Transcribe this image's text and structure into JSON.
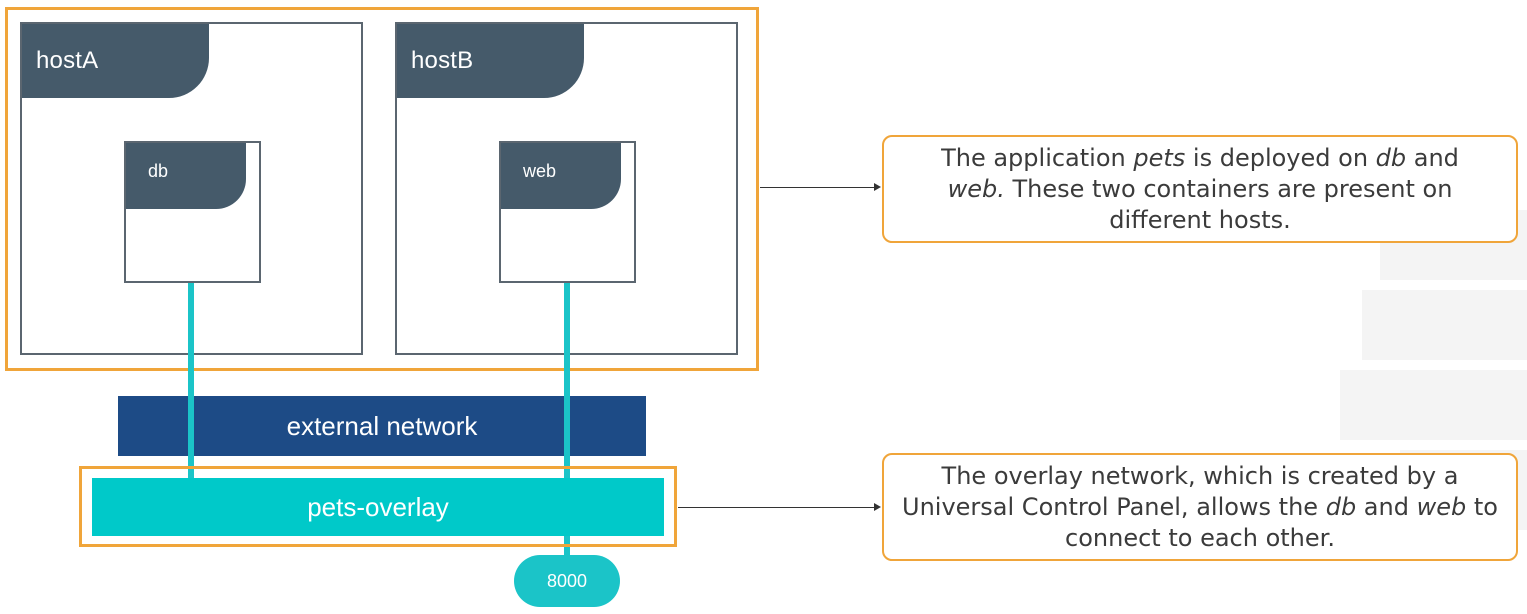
{
  "hosts": {
    "host_a": {
      "label": "hostA",
      "container": {
        "label": "db"
      }
    },
    "host_b": {
      "label": "hostB",
      "container": {
        "label": "web"
      }
    }
  },
  "networks": {
    "external": {
      "label": "external network",
      "color": "#1d4b86"
    },
    "overlay": {
      "label": "pets-overlay",
      "color": "#00c9c9"
    }
  },
  "port": {
    "label": "8000"
  },
  "callouts": {
    "top": {
      "parts": [
        "The application ",
        "pets",
        " is deployed on ",
        "db",
        " and ",
        "web.",
        " These two containers are present on different hosts."
      ]
    },
    "bottom": {
      "parts": [
        "The overlay network, which is created by a Universal Control Panel, allows the ",
        "db",
        " and ",
        "web",
        " to connect to each other."
      ]
    }
  },
  "colors": {
    "frame": "#f0a53a",
    "tab": "#455a6a",
    "link": "#1bc4c8"
  }
}
